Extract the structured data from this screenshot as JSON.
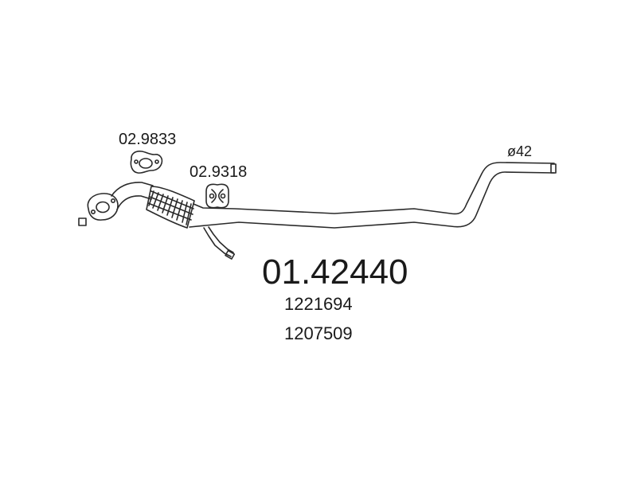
{
  "drawing": {
    "main_part_number": "01.42440",
    "oe_references": [
      "1221694",
      "1207509"
    ],
    "accessories": [
      {
        "part_number": "02.9833",
        "type": "flange-gasket"
      },
      {
        "part_number": "02.9318",
        "type": "rubber-hanger"
      }
    ],
    "pipe_diameter": "ø42",
    "line_color": "#2a2a2a",
    "background_color": "#ffffff"
  }
}
